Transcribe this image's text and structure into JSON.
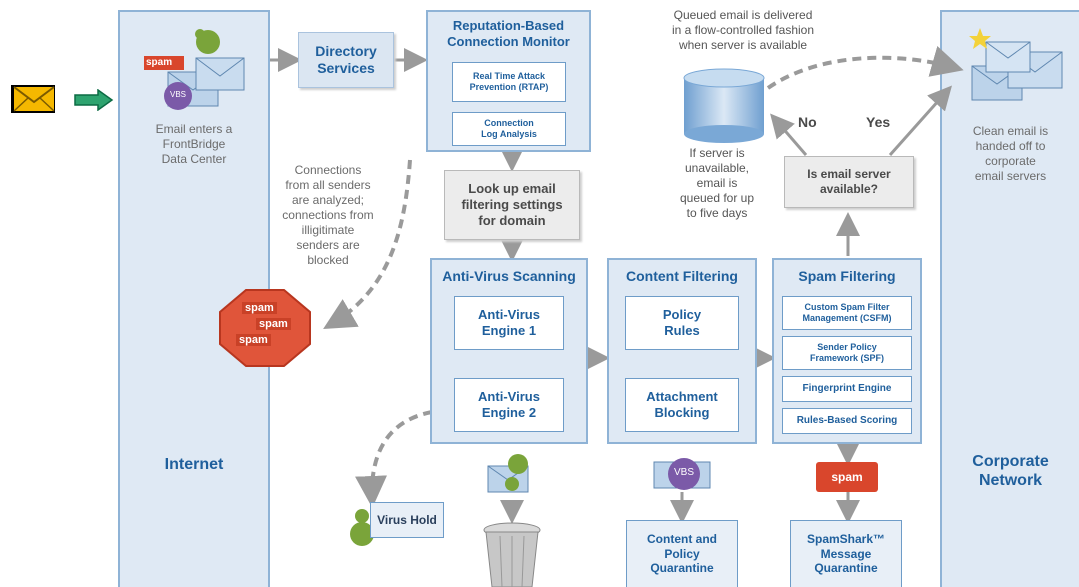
{
  "left_panel": {
    "caption": "Email enters a\nFrontBridge\nData Center",
    "title": "Internet",
    "spam_tag": "spam",
    "virus_tag": "VBS"
  },
  "right_panel": {
    "caption": "Clean email is\nhanded off to\ncorporate\nemail servers",
    "title": "Corporate\nNetwork"
  },
  "directory_services": "Directory\nServices",
  "reputation": {
    "title": "Reputation-Based\nConnection Monitor",
    "rtap": "Real Time Attack\nPrevention (RTAP)",
    "log": "Connection\nLog Analysis"
  },
  "connections_note": "Connections\nfrom all senders\nare analyzed;\nconnections from\nilligitimate\nsenders are\nblocked",
  "blocked_stamp": [
    "spam",
    "spam",
    "spam"
  ],
  "lookup": "Look up email\nfiltering settings\nfor domain",
  "queued_note": "Queued email is delivered\nin a flow-controlled fashion\nwhen server is available",
  "server_note": "If server is\nunavailable,\nemail is\nqueued for up\nto five days",
  "server_available": "Is email server\navailable?",
  "no_label": "No",
  "yes_label": "Yes",
  "antivirus": {
    "title": "Anti-Virus Scanning",
    "engine1": "Anti-Virus\nEngine 1",
    "engine2": "Anti-Virus\nEngine 2"
  },
  "content": {
    "title": "Content Filtering",
    "policy": "Policy\nRules",
    "attachment": "Attachment\nBlocking"
  },
  "spam": {
    "title": "Spam Filtering",
    "csfm": "Custom Spam Filter\nManagement (CSFM)",
    "spf": "Sender Policy\nFramework (SPF)",
    "fingerprint": "Fingerprint Engine",
    "rules": "Rules-Based Scoring"
  },
  "virus_hold": "Virus Hold",
  "content_quarantine": "Content and\nPolicy\nQuarantine",
  "spamshark": "SpamShark™\nMessage\nQuarantine",
  "spam_badge": "spam",
  "vbs_badge": "VBS",
  "colors": {
    "panel": "#dfe9f4",
    "panel_border": "#8fb3d6",
    "title_blue": "#1f5f9c",
    "arrow_gray": "#9a9a9a",
    "stop_red": "#e0553a",
    "envelope_yellow": "#f5b800",
    "forward_green": "#2ea36f"
  }
}
